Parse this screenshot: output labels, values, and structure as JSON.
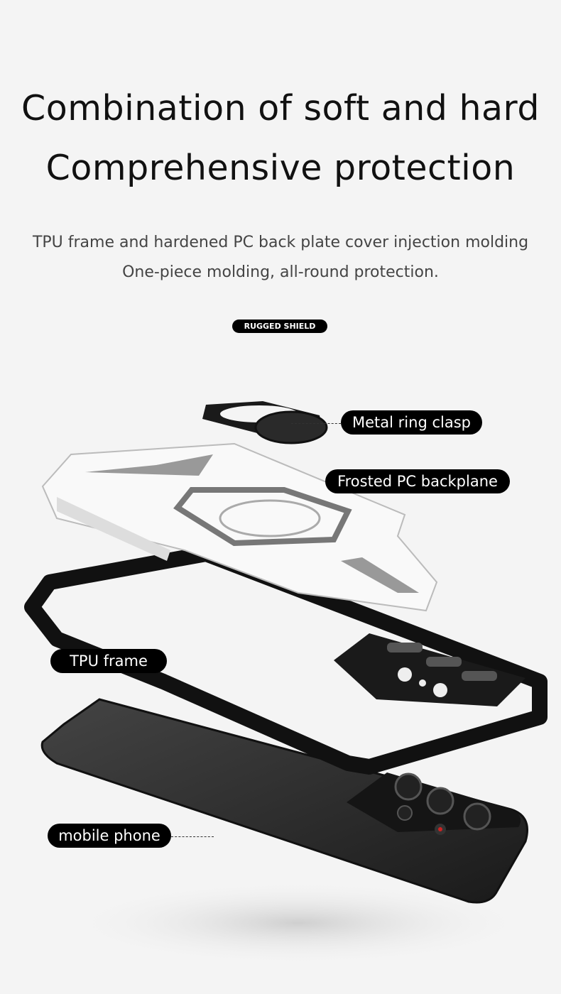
{
  "heading": {
    "line1": "Combination of soft and hard",
    "line2": "Comprehensive protection"
  },
  "description": {
    "line1": "TPU frame and hardened PC back plate cover injection molding",
    "line2": "One-piece molding, all-round protection."
  },
  "brand_badge": "RUGGED SHIELD",
  "callouts": {
    "ring": "Metal ring clasp",
    "backplane": "Frosted PC backplane",
    "frame": "TPU frame",
    "phone": "mobile phone"
  }
}
